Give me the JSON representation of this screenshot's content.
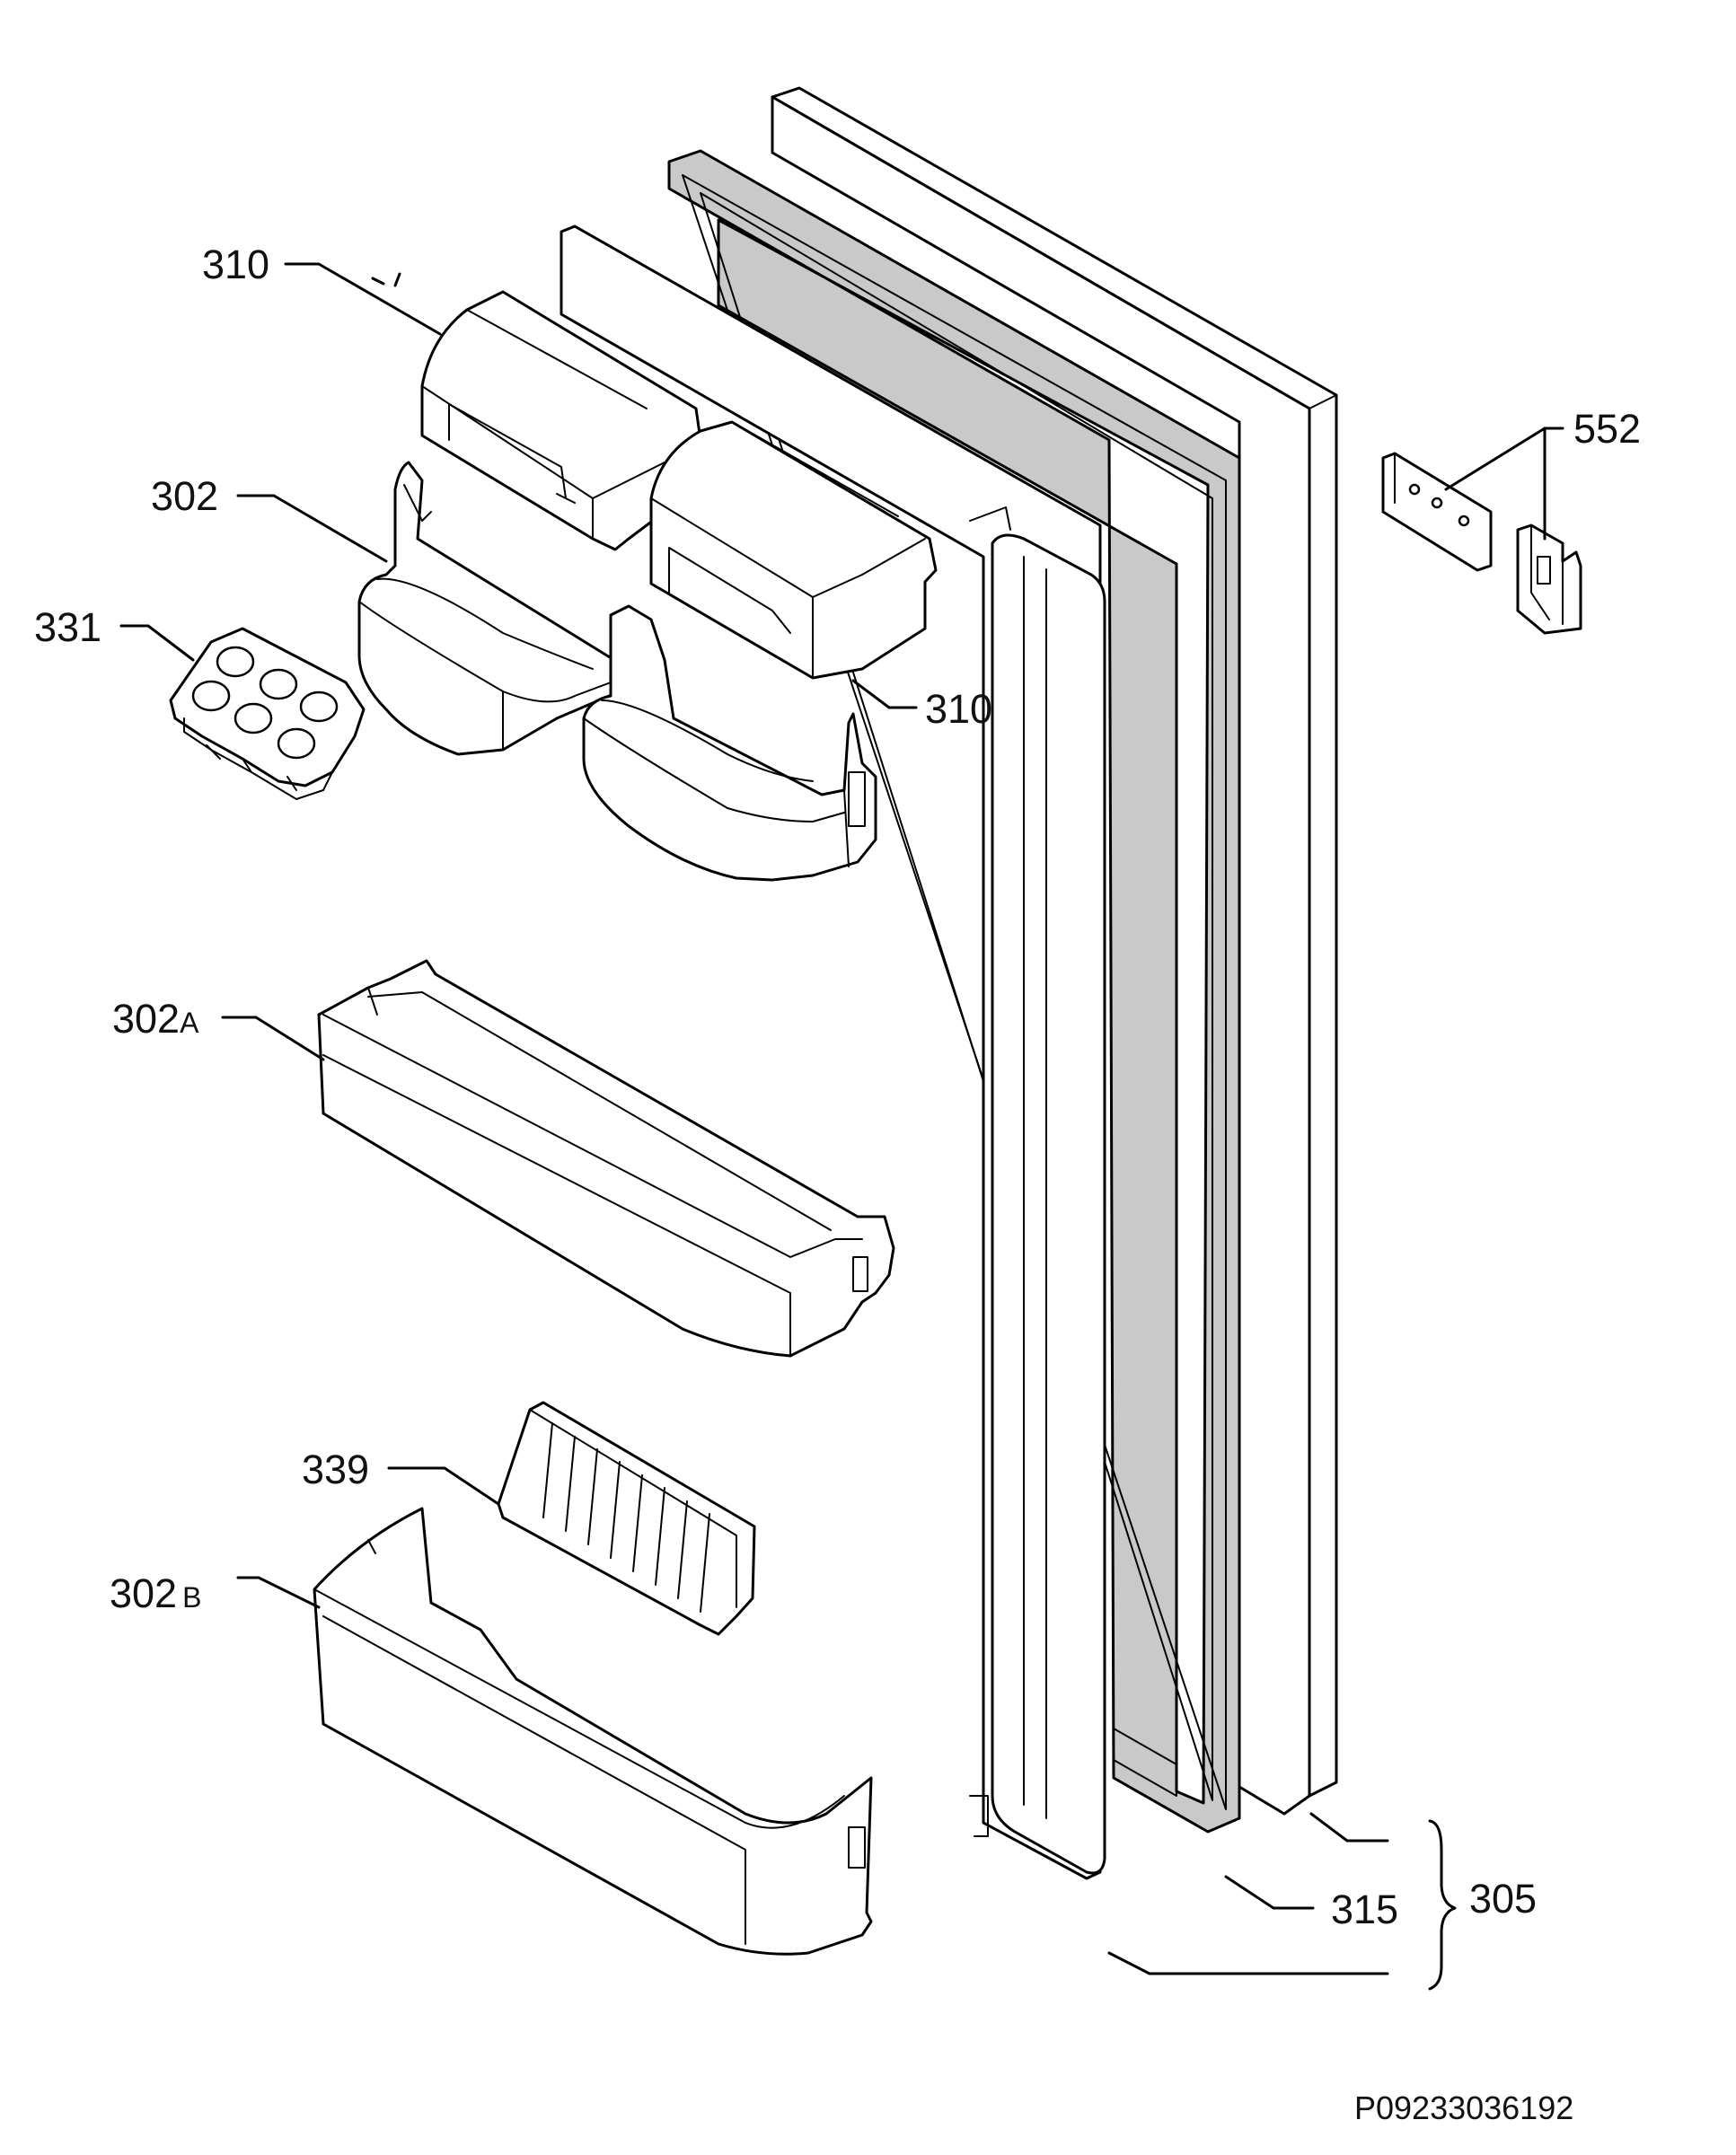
{
  "labels": {
    "l310a": "310",
    "l302": "302",
    "l331": "331",
    "l310b": "310",
    "l552": "552",
    "l302A_num": "302",
    "l302A_suf": "A",
    "l339": "339",
    "l302B_num": "302",
    "l302B_suf": "B",
    "l315": "315",
    "l305": "305"
  },
  "drawing_code": "P09233036192",
  "colors": {
    "line": "#000000",
    "gasket_fill": "#c9c9c9",
    "background": "#ffffff"
  }
}
